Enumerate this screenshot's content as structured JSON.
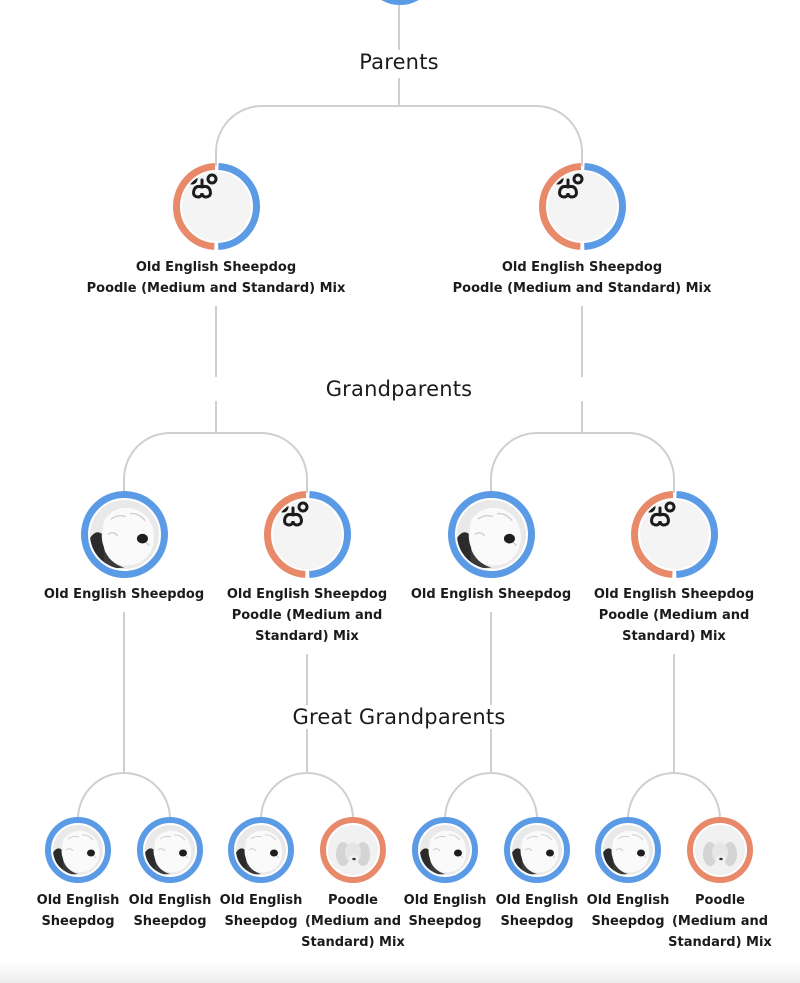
{
  "colors": {
    "blue": "#5b9be6",
    "orange": "#e8896a",
    "line": "#cfcfcf"
  },
  "generations": {
    "parents": "Parents",
    "grandparents": "Grandparents",
    "great_grandparents": "Great Grandparents"
  },
  "parents": [
    {
      "icon": "paw-icon",
      "lines": [
        "Old English Sheepdog",
        "Poodle (Medium and Standard) Mix"
      ]
    },
    {
      "icon": "paw-icon",
      "lines": [
        "Old English Sheepdog",
        "Poodle (Medium and Standard) Mix"
      ]
    }
  ],
  "grandparents": [
    {
      "icon": "sheepdog-photo",
      "lines": [
        "Old English Sheepdog"
      ]
    },
    {
      "icon": "paw-icon",
      "lines": [
        "Old English Sheepdog",
        "Poodle (Medium and",
        "Standard) Mix"
      ]
    },
    {
      "icon": "sheepdog-photo",
      "lines": [
        "Old English Sheepdog"
      ]
    },
    {
      "icon": "paw-icon",
      "lines": [
        "Old English Sheepdog",
        "Poodle (Medium and",
        "Standard) Mix"
      ]
    }
  ],
  "great_grandparents": [
    {
      "icon": "sheepdog-photo",
      "lines": [
        "Old English",
        "Sheepdog"
      ]
    },
    {
      "icon": "sheepdog-photo",
      "lines": [
        "Old English",
        "Sheepdog"
      ]
    },
    {
      "icon": "sheepdog-photo",
      "lines": [
        "Old English",
        "Sheepdog"
      ]
    },
    {
      "icon": "poodle-photo",
      "lines": [
        "Poodle",
        "(Medium and",
        "Standard) Mix"
      ]
    },
    {
      "icon": "sheepdog-photo",
      "lines": [
        "Old English",
        "Sheepdog"
      ]
    },
    {
      "icon": "sheepdog-photo",
      "lines": [
        "Old English",
        "Sheepdog"
      ]
    },
    {
      "icon": "sheepdog-photo",
      "lines": [
        "Old English",
        "Sheepdog"
      ]
    },
    {
      "icon": "poodle-photo",
      "lines": [
        "Poodle",
        "(Medium and",
        "Standard) Mix"
      ]
    }
  ]
}
